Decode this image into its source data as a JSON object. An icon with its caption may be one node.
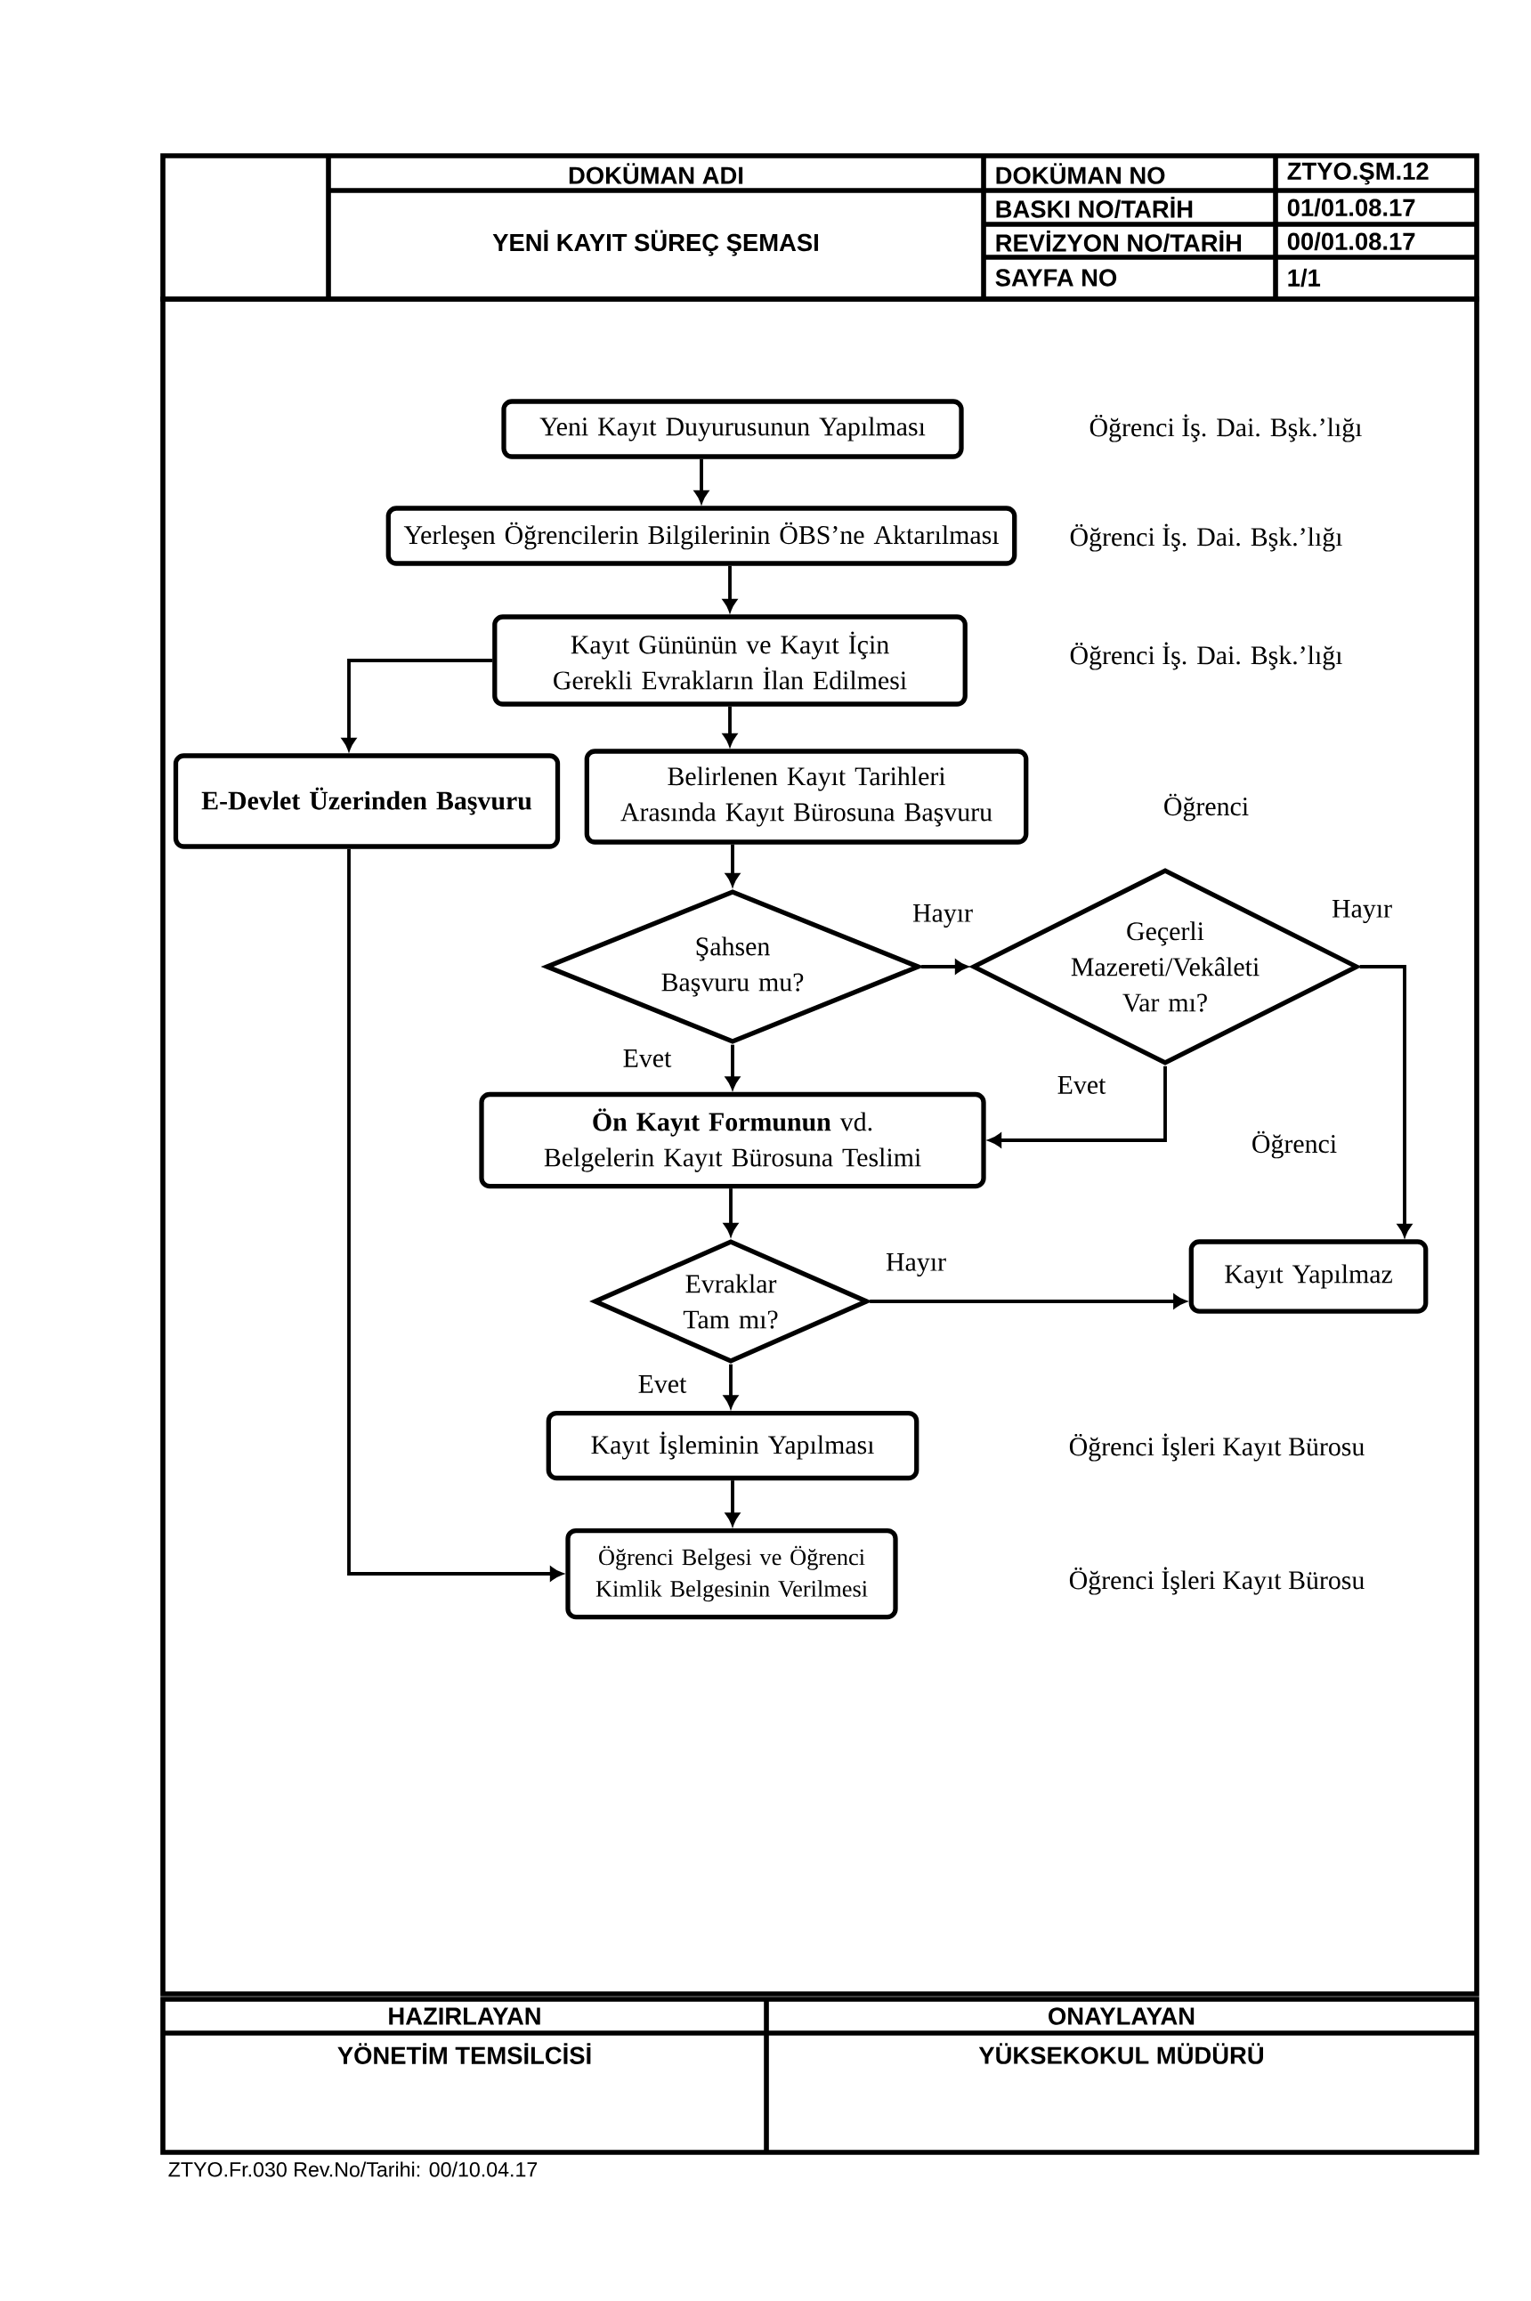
{
  "diagram": {
    "title": "YENİ KAYIT SÜREÇ ŞEMASI",
    "nodes": [
      {
        "text": [
          "Yeni Kayıt Duyurusunun Yapılması"
        ]
      },
      {
        "text": [
          "Yerleşen Öğrencilerin Bilgilerinin ÖBS’ne Aktarılması"
        ]
      },
      {
        "text": [
          "Kayıt Gününün ve Kayıt İçin Gerekli Evrakların İlan Edilmesi"
        ]
      },
      {
        "text": [
          "E-Devlet Üzerinden Başvuru"
        ]
      },
      {
        "text": [
          "Belirlenen Kayıt Tarihleri Arasında Kayıt Bürosuna Başvuru"
        ]
      },
      {
        "text": [
          "Şahsen Başvuru mu?"
        ]
      },
      {
        "text": [
          "Geçerli Mazereti/Vekâleti Var mı?"
        ]
      },
      {
        "text": [
          "**Ön Kayıt Formunun** vd. Belgelerin Kayıt Bürosuna Teslimi"
        ]
      },
      {
        "text": [
          "Evraklar Tam mı?"
        ]
      },
      {
        "text": [
          "Kayıt Yapılmaz"
        ]
      },
      {
        "text": [
          "Kayıt İşleminin Yapılması"
        ]
      },
      {
        "text": [
          "Öğrenci Belgesi ve Öğrenci Kimlik Belgesinin Verilmesi"
        ]
      }
    ],
    "edges": [
      {
        "from": 0,
        "to": 1,
        "arrow": "to"
      },
      {
        "from": 1,
        "to": 2,
        "arrow": "to"
      },
      {
        "from": 2,
        "to": 3,
        "arrow": "to"
      },
      {
        "from": 2,
        "to": 4,
        "arrow": "to"
      },
      {
        "from": 4,
        "to": 5,
        "arrow": "to"
      },
      {
        "from": 5,
        "to": 6,
        "arrow": "to",
        "label": "Hayır"
      },
      {
        "from": 5,
        "to": 7,
        "arrow": "to",
        "label": "Evet"
      },
      {
        "from": 6,
        "to": 7,
        "arrow": "to",
        "label": "Evet"
      },
      {
        "from": 6,
        "to": 9,
        "arrow": "to",
        "label": "Hayır"
      },
      {
        "from": 7,
        "to": 8,
        "arrow": "to"
      },
      {
        "from": 8,
        "to": 9,
        "arrow": "to",
        "label": "Hayır"
      },
      {
        "from": 8,
        "to": 10,
        "arrow": "to",
        "label": "Evet"
      },
      {
        "from": 10,
        "to": 11,
        "arrow": "to"
      },
      {
        "from": 3,
        "to": 11,
        "arrow": "to"
      }
    ],
    "labels": [
      "DOKÜMAN ADI",
      "DOKÜMAN NO",
      "ZTYO.ŞM.12",
      "BASKI NO/TARİH",
      "01/01.08.17",
      "REVİZYON NO/TARİH",
      "00/01.08.17",
      "SAYFA NO",
      "1/1",
      "Öğrenci İş. Dai. Bşk.’lığı",
      "Öğrenci İş. Dai. Bşk.’lığı",
      "Öğrenci İş. Dai. Bşk.’lığı",
      "Öğrenci",
      "Öğrenci",
      "Öğrenci İşleri Kayıt Bürosu",
      "Öğrenci İşleri Kayıt Bürosu",
      "HAZIRLAYAN",
      "ONAYLAYAN",
      "YÖNETİM TEMSİLCİSİ",
      "YÜKSEKOKUL MÜDÜRÜ",
      "ZTYO.Fr.030 Rev.No/Tarihi: 00/10.04.17"
    ]
  }
}
